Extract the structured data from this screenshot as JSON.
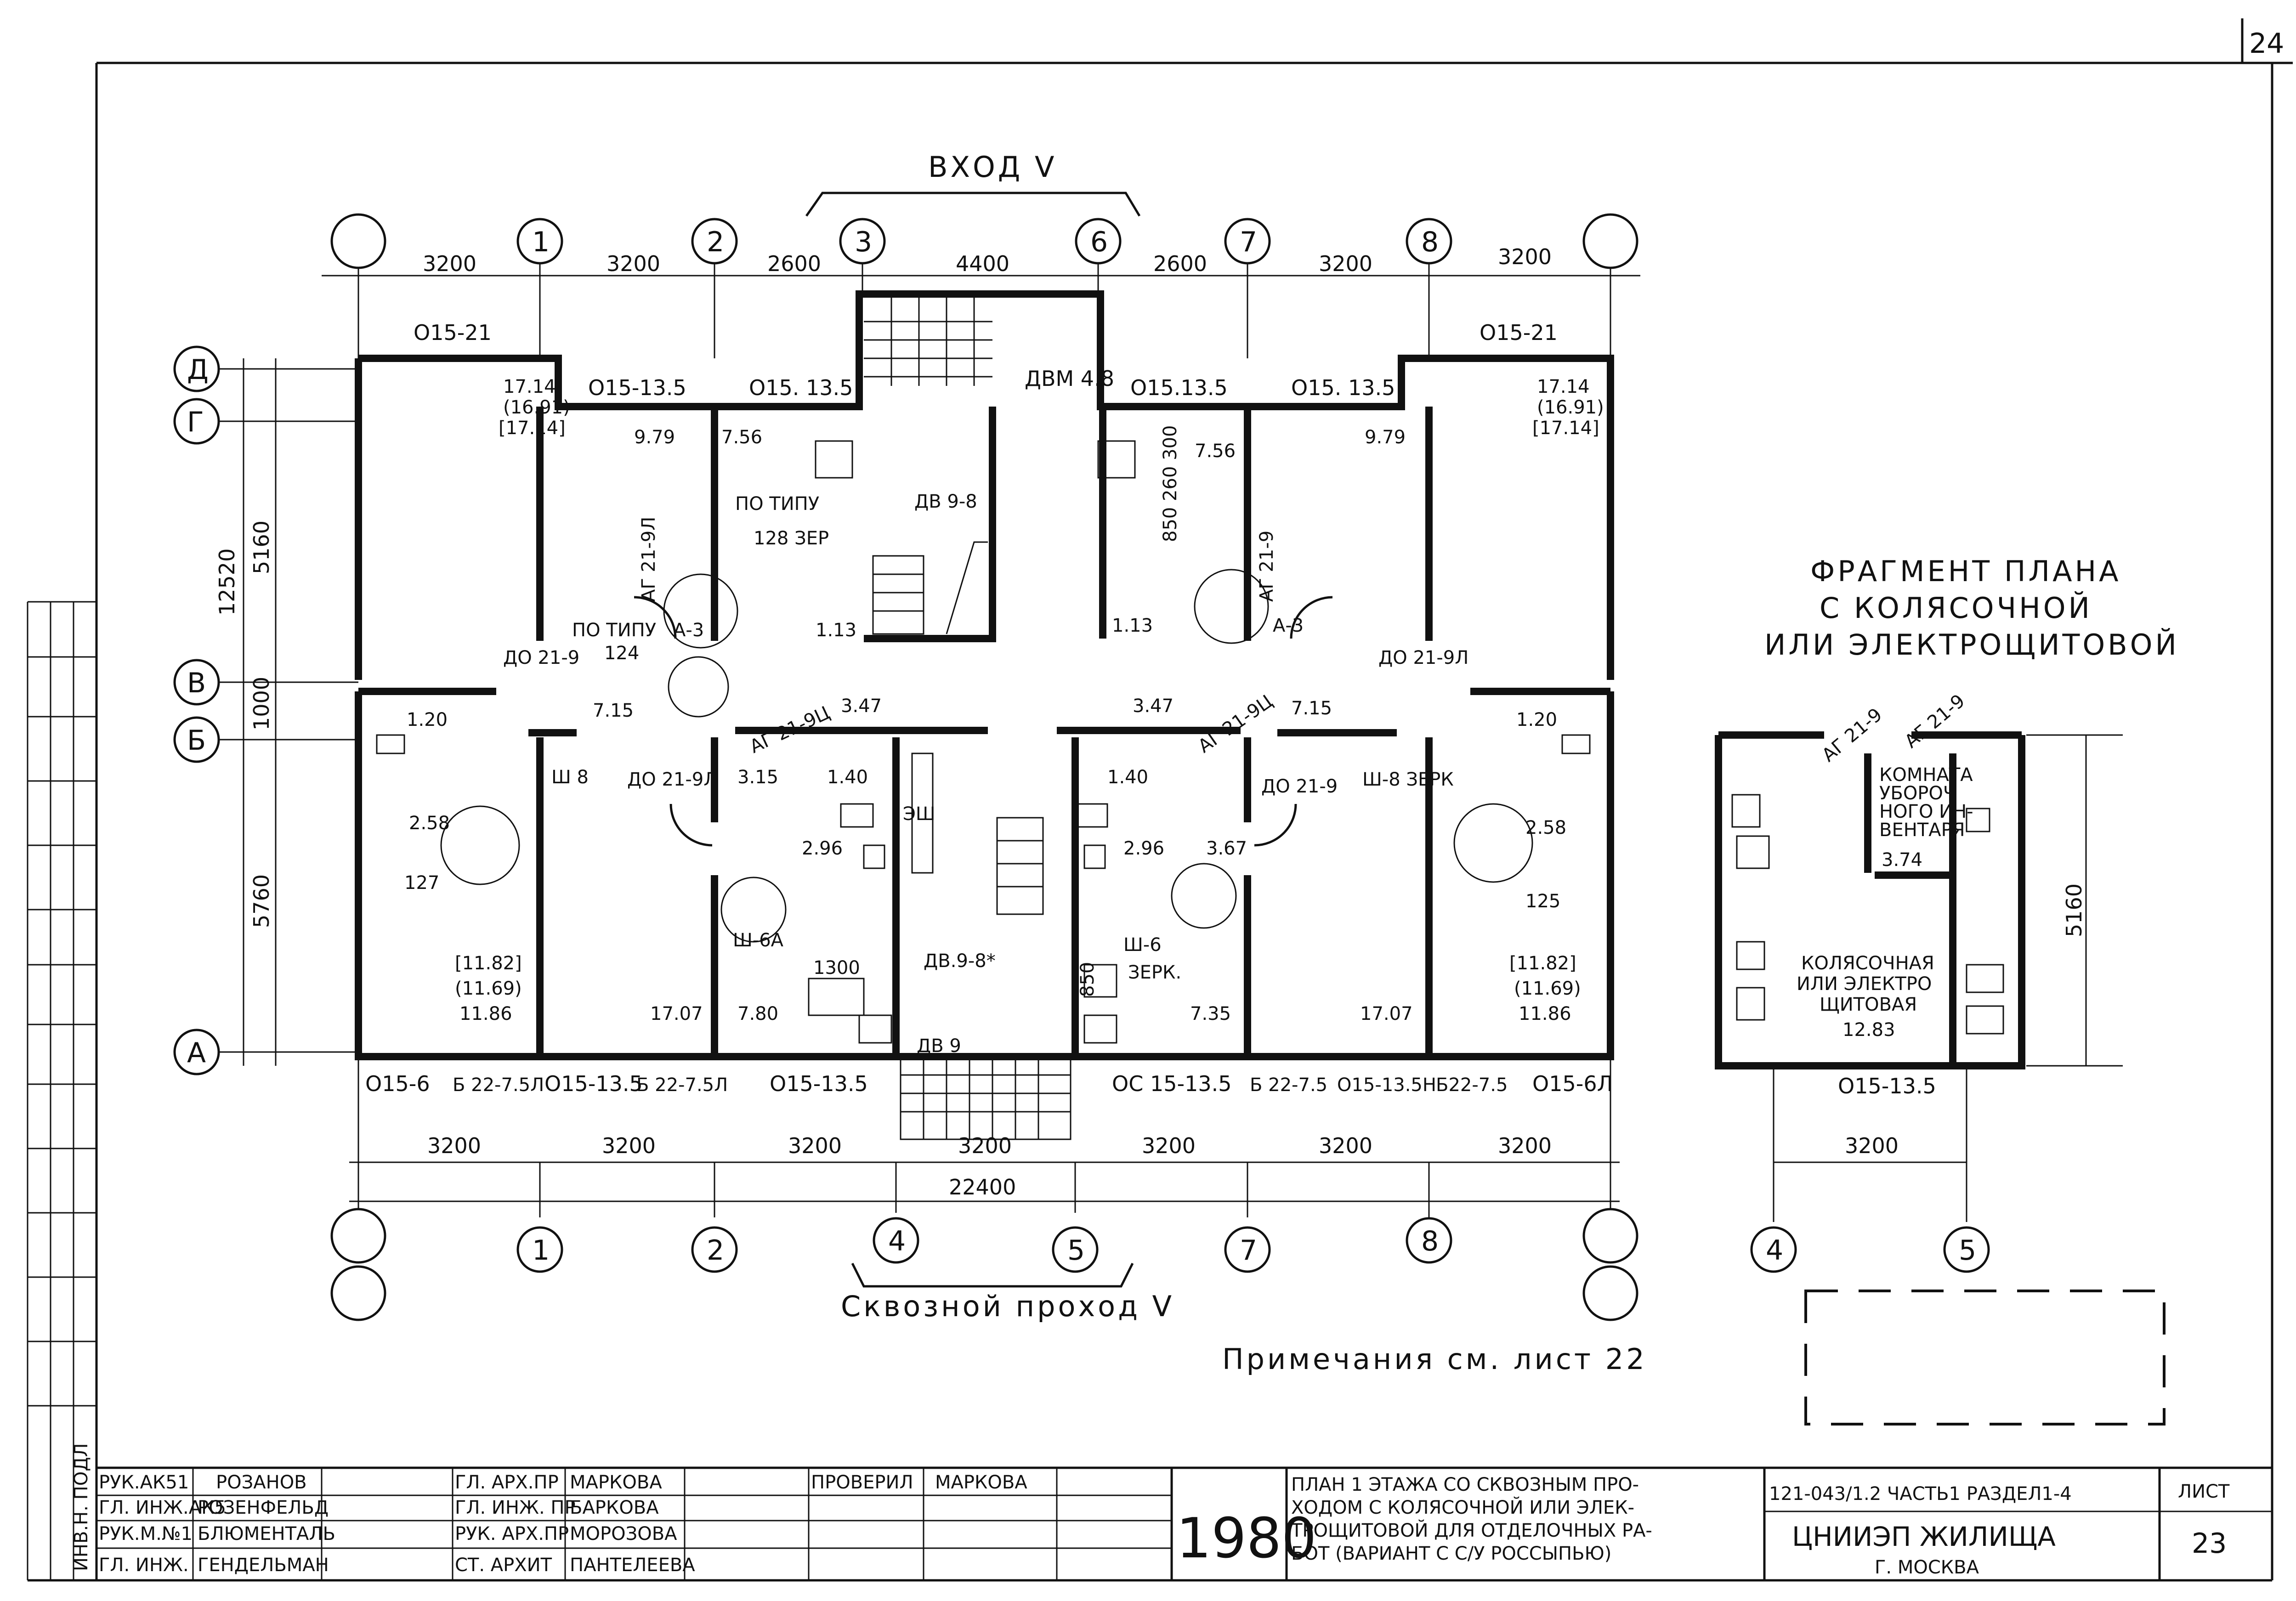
{
  "sheet_corner_number": "24",
  "entrance_label": "ВХОД V",
  "passage_label": "Сквозной проход V",
  "note": "Примечания см. лист 22",
  "axes_top": [
    "1",
    "2",
    "3",
    "6",
    "7",
    "8"
  ],
  "axes_bottom": [
    "1",
    "2",
    "4",
    "5",
    "7",
    "8"
  ],
  "axes_rows": [
    "Д",
    "Г",
    "В",
    "Б",
    "А"
  ],
  "top_dims": [
    "3200",
    "3200",
    "2600",
    "4400",
    "2600",
    "3200",
    "3200"
  ],
  "bottom_dims": [
    "3200",
    "3200",
    "3200",
    "3200",
    "3200",
    "3200",
    "3200"
  ],
  "total_dim": "22400",
  "left_dims": {
    "upper": "5160",
    "mid": "1000",
    "lower": "5760",
    "total": "12520"
  },
  "windows_top": [
    "О15-21",
    "О15-13.5",
    "О15. 13.5",
    "О15.13.5",
    "О15. 13.5",
    "О15-21"
  ],
  "windows_bottom": [
    "О15-6",
    "Б 22-7.5Л",
    "О15-13.5",
    "Б 22-7.5Л",
    "О15-13.5",
    "ОС 15-13.5",
    "Б 22-7.5",
    "О15-13.5Н",
    "Б22-7.5",
    "О15-6Л"
  ],
  "stair_door_top": "ДВМ 4.8",
  "room_areas": {
    "tl": [
      "17.14",
      "(16.91)",
      "[17.14]"
    ],
    "tr": [
      "17.14",
      "(16.91)",
      "[17.14]"
    ],
    "bl": [
      "[11.82]",
      "(11.69)",
      "11.86"
    ],
    "br": [
      "[11.82]",
      "(11.69)",
      "11.86"
    ],
    "a979l": "9.79",
    "a756l": "7.56",
    "a756r": "7.56",
    "a979r": "9.79",
    "a113l": "1.13",
    "a113r": "1.13",
    "a715l": "7.15",
    "a715r": "7.15",
    "a347l": "3.47",
    "a347r": "3.47",
    "a120l": "1.20",
    "a120r": "1.20",
    "a140l": "1.40",
    "a140r": "1.40",
    "a296l": "2.96",
    "a296r": "2.96",
    "a258l": "2.58",
    "a258r": "2.58",
    "a315": "3.15",
    "a367": "3.67",
    "a1707l": "17.07",
    "a1707r": "17.07",
    "a780": "7.80",
    "a735": "7.35"
  },
  "tags": {
    "potipu1": "ПО ТИПУ",
    "potipu2": "ПО ТИПУ",
    "a3l": "А-3",
    "a3r": "А-3",
    "n124": "124",
    "n127": "127",
    "n125": "125",
    "n128": "128 ЗЕР",
    "sh8": "Ш 8",
    "sh8zerk": "Ш-8 ЗЕРК",
    "sh6a": "Ш-6А",
    "sh6": "Ш-6",
    "zerk": "ЗЕРК.",
    "esh": "ЭШ",
    "do219l": "ДО 21-9",
    "do219r": "ДО 21-9Л",
    "do219al": "ДО 21-9Л",
    "do219ar": "ДО 21-9",
    "ag219l": "АГ 21-9Л",
    "ag219r": "АГ 21-9",
    "ag219c1": "АГ 21-9Ц",
    "ag219c2": "АГ 21-9Ц",
    "dv9": "ДВ 9",
    "dv98": "ДВ 9-8",
    "dv98b": "ДВ.9-8*",
    "n1300": "1300",
    "n850": "850",
    "n850b": "850 260 300"
  },
  "fragment": {
    "title": [
      "ФРАГМЕНТ ПЛАНА",
      "С КОЛЯСОЧНОЙ",
      "ИЛИ ЭЛЕКТРОЩИТОВОЙ"
    ],
    "doors": [
      "АГ 21-9",
      "АГ 21-9"
    ],
    "closet": [
      "КОМНАТА",
      "УБОРОЧ",
      "НОГО ИН-",
      "ВЕНТАРЯ"
    ],
    "closet_area": "3.74",
    "room": [
      "КОЛЯСОЧНАЯ",
      "ИЛИ ЭЛЕКТРО",
      "ЩИТОВАЯ"
    ],
    "room_area": "12.83",
    "window": "О15-13.5",
    "width": "3200",
    "height": "5160",
    "axes": [
      "4",
      "5"
    ]
  },
  "title_block": {
    "rows": [
      [
        "РУК.АК51",
        "РОЗАНОВ",
        "ГЛ. АРХ.ПР",
        "МАРКОВА",
        "ПРОВЕРИЛ",
        "МАРКОВА"
      ],
      [
        "ГЛ. ИНЖ.АК5",
        "РОЗЕНФЕЛЬД",
        "ГЛ. ИНЖ. ПР",
        "БАРКОВА",
        "",
        ""
      ],
      [
        "РУК.М.№1",
        "БЛЮМЕНТАЛЬ",
        "РУК. АРХ.ПР",
        "МОРОЗОВА",
        "",
        ""
      ],
      [
        "ГЛ. ИНЖ.",
        "ГЕНДЕЛЬМАН",
        "СТ. АРХИТ",
        "ПАНТЕЛЕЕВА",
        "",
        ""
      ]
    ],
    "year": "1980",
    "description": [
      "ПЛАН 1 ЭТАЖА СО СКВОЗНЫМ ПРО-",
      "ХОДОМ С КОЛЯСОЧНОЙ ИЛИ ЭЛЕК-",
      "ТРОЩИТОВОЙ ДЛЯ ОТДЕЛОЧНЫХ РА-",
      "БОТ (ВАРИАНТ С С/У РОССЫПЬЮ)"
    ],
    "code": "121-043/1.2 ЧАСТЬ1 РАЗДЕЛ1-4",
    "org": "ЦНИИЭП ЖИЛИЩА",
    "city": "Г. МОСКВА",
    "sheet_label": "ЛИСТ",
    "sheet_no": "23",
    "side_text": "ИНВ.Н. ПОДЛ"
  }
}
